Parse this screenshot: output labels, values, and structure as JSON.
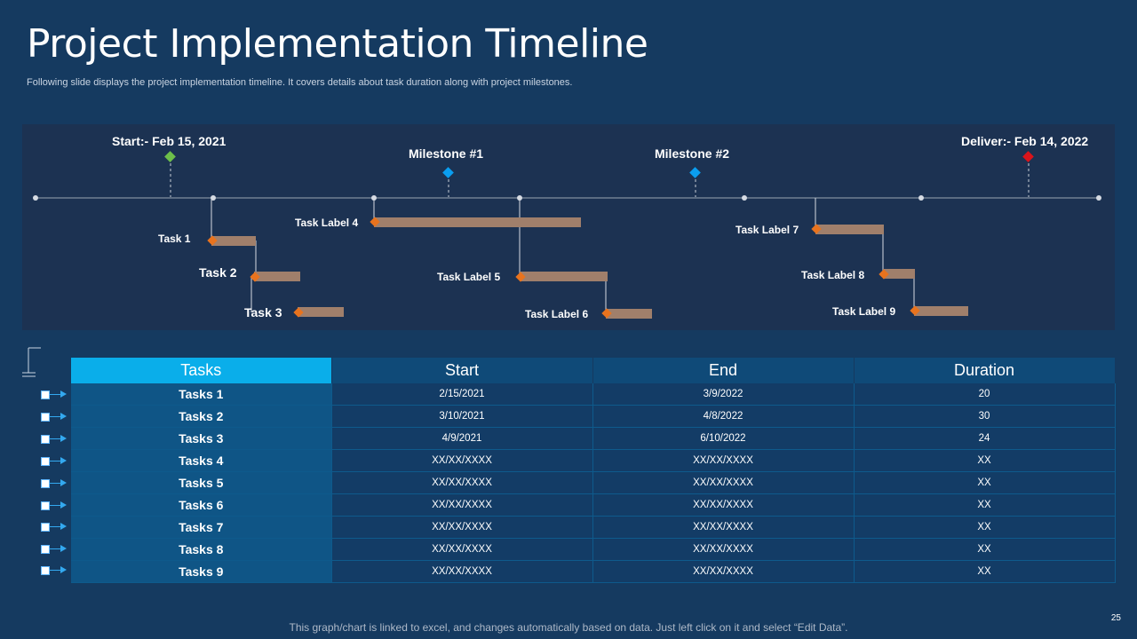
{
  "header": {
    "title": "Project Implementation Timeline",
    "subtitle": "Following slide displays the project implementation timeline. It covers details about task duration along with project milestones."
  },
  "timeline": {
    "start_label": "Start:- Feb 15, 2021",
    "milestone1_label": "Milestone #1",
    "milestone2_label": "Milestone #2",
    "deliver_label": "Deliver:- Feb 14, 2022",
    "colors": {
      "start": "#6dbf4a",
      "milestone": "#0a9ef0",
      "deliver": "#d9141b",
      "task_bar": "#a07f6b",
      "task_marker": "#e8731e"
    },
    "task_labels": [
      "Task 1",
      "Task 2",
      "Task 3",
      "Task Label 4",
      "Task Label 5",
      "Task Label 6",
      "Task Label 7",
      "Task Label 8",
      "Task Label 9"
    ]
  },
  "table": {
    "headers": [
      "Tasks",
      "Start",
      "End",
      "Duration"
    ],
    "rows": [
      {
        "task": "Tasks 1",
        "start": "2/15/2021",
        "end": "3/9/2022",
        "duration": "20"
      },
      {
        "task": "Tasks 2",
        "start": "3/10/2021",
        "end": "4/8/2022",
        "duration": "30"
      },
      {
        "task": "Tasks 3",
        "start": "4/9/2021",
        "end": "6/10/2022",
        "duration": "24"
      },
      {
        "task": "Tasks 4",
        "start": "XX/XX/XXXX",
        "end": "XX/XX/XXXX",
        "duration": "XX"
      },
      {
        "task": "Tasks 5",
        "start": "XX/XX/XXXX",
        "end": "XX/XX/XXXX",
        "duration": "XX"
      },
      {
        "task": "Tasks 6",
        "start": "XX/XX/XXXX",
        "end": "XX/XX/XXXX",
        "duration": "XX"
      },
      {
        "task": "Tasks 7",
        "start": "XX/XX/XXXX",
        "end": "XX/XX/XXXX",
        "duration": "XX"
      },
      {
        "task": "Tasks 8",
        "start": "XX/XX/XXXX",
        "end": "XX/XX/XXXX",
        "duration": "XX"
      },
      {
        "task": "Tasks 9",
        "start": "XX/XX/XXXX",
        "end": "XX/XX/XXXX",
        "duration": "XX"
      }
    ]
  },
  "footer": {
    "note": "This graph/chart is linked to excel, and changes automatically based on data. Just left click on it and select “Edit Data”.",
    "page_number": "25"
  }
}
